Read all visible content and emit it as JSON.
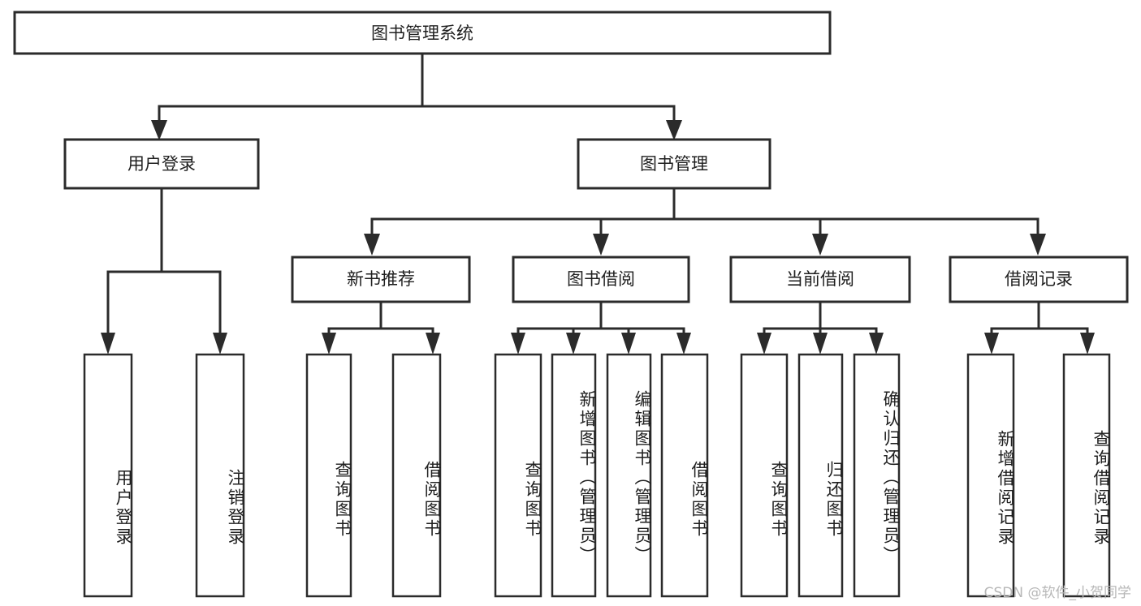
{
  "diagram": {
    "title_node": {
      "label": "图书管理系统"
    },
    "level1": [
      {
        "id": "user-login",
        "label": "用户登录"
      },
      {
        "id": "book-manage",
        "label": "图书管理"
      }
    ],
    "level2": [
      {
        "id": "new-book-recommend",
        "label": "新书推荐"
      },
      {
        "id": "book-borrow",
        "label": "图书借阅"
      },
      {
        "id": "current-borrow",
        "label": "当前借阅"
      },
      {
        "id": "borrow-record",
        "label": "借阅记录"
      }
    ],
    "leaves": {
      "user_login": [
        {
          "id": "leaf-user-login",
          "label": "用户登录"
        },
        {
          "id": "leaf-logout-login",
          "label": "注销登录"
        }
      ],
      "new_book_recommend": [
        {
          "id": "leaf-query-book-1",
          "label": "查询图书"
        },
        {
          "id": "leaf-borrow-book-1",
          "label": "借阅图书"
        }
      ],
      "book_borrow": [
        {
          "id": "leaf-query-book-2",
          "label": "查询图书"
        },
        {
          "id": "leaf-add-book",
          "label": "新增图书（管理员）"
        },
        {
          "id": "leaf-edit-book",
          "label": "编辑图书（管理员）"
        },
        {
          "id": "leaf-borrow-book-2",
          "label": "借阅图书"
        }
      ],
      "current_borrow": [
        {
          "id": "leaf-query-book-3",
          "label": "查询图书"
        },
        {
          "id": "leaf-return-book",
          "label": "归还图书"
        },
        {
          "id": "leaf-confirm-return",
          "label": "确认归还（管理员）"
        }
      ],
      "borrow_record": [
        {
          "id": "leaf-add-record",
          "label": "新增借阅记录"
        },
        {
          "id": "leaf-query-record",
          "label": "查询借阅记录"
        }
      ]
    },
    "watermark": "CSDN @软件_小贺同学",
    "colors": {
      "stroke": "#2b2b2b",
      "fill": "#ffffff",
      "text": "#1f1f1f",
      "watermark": "#b7b7b7"
    }
  }
}
